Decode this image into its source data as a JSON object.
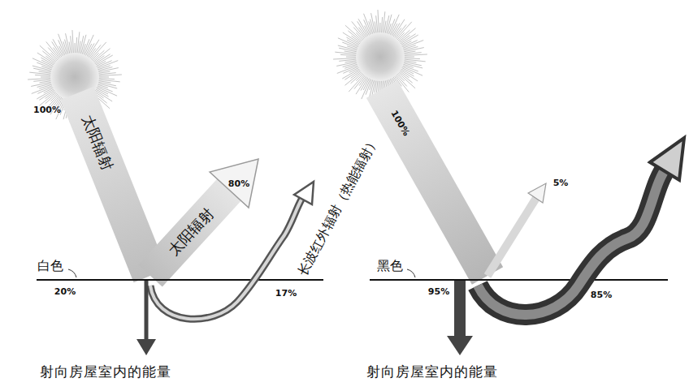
{
  "diagram": {
    "labels": [
      "100%",
      "太阳辐射",
      "太阳辐射",
      "80%",
      "白色",
      "20%",
      "17%",
      "长波红外辐射（热能辐射）",
      "射向房屋室内的能量",
      "100%",
      "5%",
      "黑色",
      "95%",
      "85%",
      "射向房屋室内的能量"
    ]
  }
}
